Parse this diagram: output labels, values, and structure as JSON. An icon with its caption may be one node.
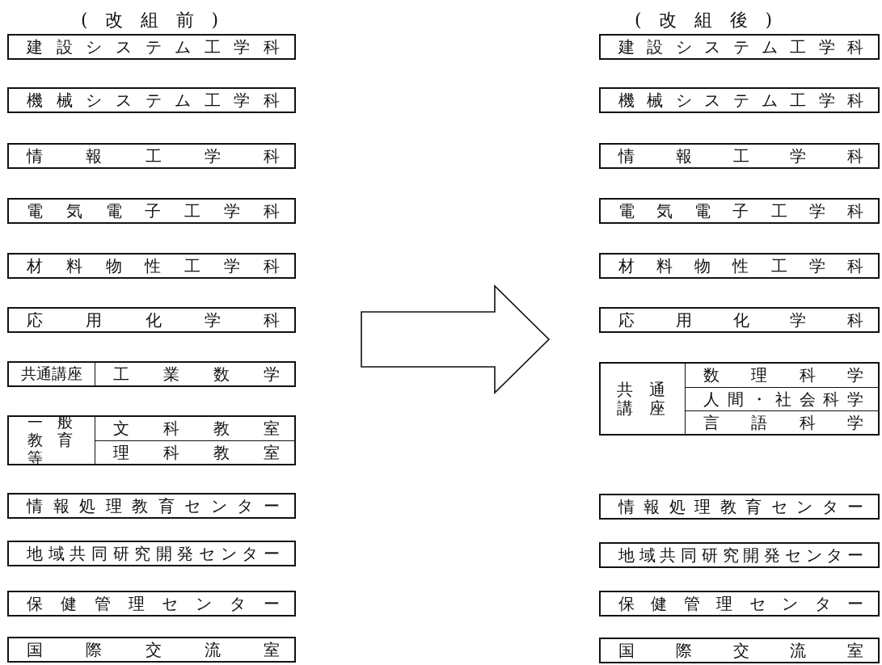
{
  "diagram": {
    "nodes": [
      {
        "text": [
          "建設システム工学科"
        ]
      },
      {
        "text": [
          "機械システム工学科"
        ]
      },
      {
        "text": [
          "情報工学科"
        ]
      },
      {
        "text": [
          "電気電子工学科"
        ]
      },
      {
        "text": [
          "材料物性工学科"
        ]
      },
      {
        "text": [
          "応用化学科"
        ]
      },
      {
        "text": [
          "共通講座",
          "工業数学"
        ]
      },
      {
        "text": [
          "一般教育等"
        ]
      },
      {
        "text": [
          "文科教室"
        ],
        "in": 7
      },
      {
        "text": [
          "理科教室"
        ],
        "in": 7
      },
      {
        "text": [
          "情報処理教育センター"
        ]
      },
      {
        "text": [
          "地域共同研究開発センター"
        ]
      },
      {
        "text": [
          "保健管理センター"
        ]
      },
      {
        "text": [
          "国際交流室"
        ]
      },
      {
        "text": [
          "建設システム工学科"
        ]
      },
      {
        "text": [
          "機械システム工学科"
        ]
      },
      {
        "text": [
          "情報工学科"
        ]
      },
      {
        "text": [
          "電気電子工学科"
        ]
      },
      {
        "text": [
          "材料物性工学科"
        ]
      },
      {
        "text": [
          "応用化学科"
        ]
      },
      {
        "text": [
          "共通講座"
        ]
      },
      {
        "text": [
          "数理科学"
        ],
        "in": 20
      },
      {
        "text": [
          "人間・社会科学"
        ],
        "in": 20
      },
      {
        "text": [
          "言語科学"
        ],
        "in": 20
      },
      {
        "text": [
          "情報処理教育センター"
        ]
      },
      {
        "text": [
          "地域共同研究開発センター"
        ]
      },
      {
        "text": [
          "保健管理センター"
        ]
      },
      {
        "text": [
          "国際交流室"
        ]
      }
    ],
    "edges": [],
    "labels": [
      "(改組前)",
      "(改組後)"
    ]
  }
}
